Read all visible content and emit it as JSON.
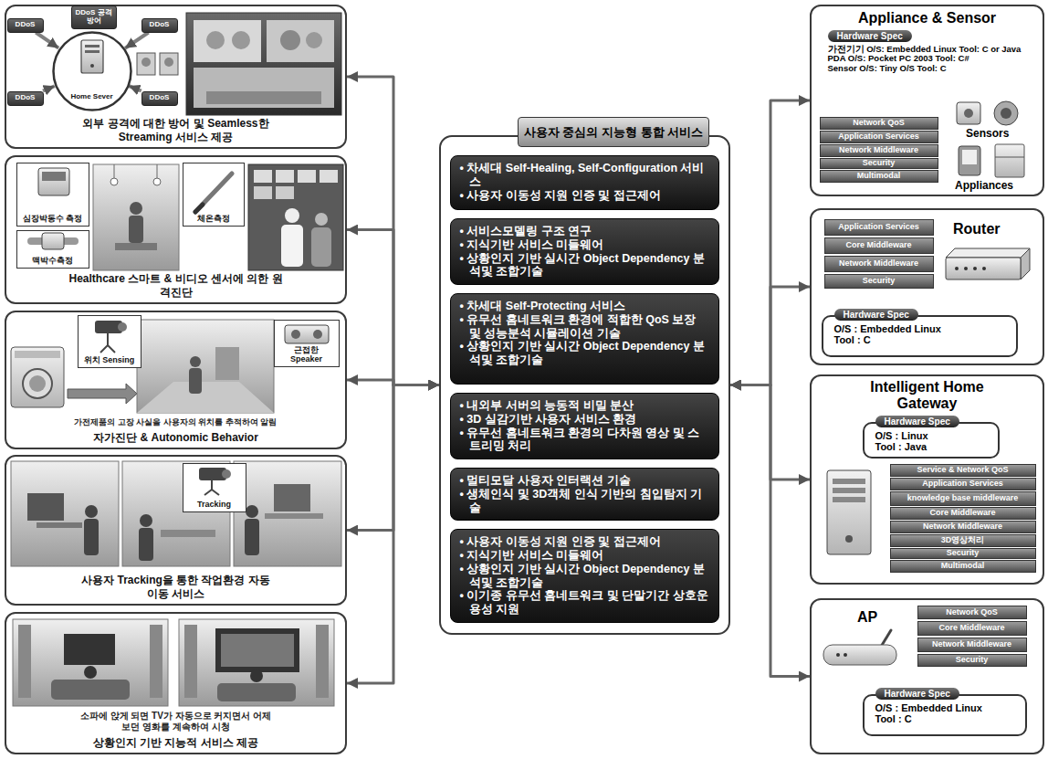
{
  "diagram": {
    "nodes": [
      {
        "text": [
          "외부 공격에 대한 방어 및 Seamless한 Streaming 서비스 제공"
        ]
      },
      {
        "text": [
          "DDoS 공격 방어"
        ],
        "in": 0
      },
      {
        "text": [
          "DDoS"
        ],
        "in": 0
      },
      {
        "text": [
          "DDoS"
        ],
        "in": 0
      },
      {
        "text": [
          "Home Sever"
        ],
        "in": 0
      },
      {
        "text": [
          "DDoS"
        ],
        "in": 0
      },
      {
        "text": [
          "DDoS"
        ],
        "in": 0
      },
      {
        "text": [
          "Healthcare 스마트 & 비디오 센서에 의한 원격진단"
        ]
      },
      {
        "text": [
          "심장박동수 측정"
        ],
        "in": 7
      },
      {
        "text": [
          "체온측정"
        ],
        "in": 7
      },
      {
        "text": [
          "맥박수측정"
        ],
        "in": 7
      },
      {
        "text": [
          "가전제품의 고장 사실을 사용자의 위치를 추적하여 알림",
          "자가진단 & Autonomic Behavior"
        ]
      },
      {
        "text": [
          "위치 Sensing"
        ],
        "in": 11
      },
      {
        "text": [
          "근접한 Speaker"
        ],
        "in": 11
      },
      {
        "text": [
          "사용자 Tracking을 통한 작업환경 자동 이동 서비스"
        ]
      },
      {
        "text": [
          "Tracking"
        ],
        "in": 14
      },
      {
        "text": [
          "소파에 앉게 되면 TV가 자동으로 커지면서 어제 보던 영화를 계속하여 시청",
          "상황인지 기반 지능적 서비스 제공"
        ]
      },
      {
        "text": [
          "사용자 중심의 지능형 통합 서비스"
        ]
      },
      {
        "text": [
          "• 차세대 Self-Healing, Self-Configuration 서비스",
          "• 사용자 이동성 지원 인증 및 접근제어"
        ],
        "in": 17
      },
      {
        "text": [
          "• 서비스모델링 구조 연구",
          "• 지식기반 서비스 미들웨어",
          "• 상황인지 기반 실시간 Object Dependency 분석및 조합기술"
        ],
        "in": 17
      },
      {
        "text": [
          "• 차세대 Self-Protecting 서비스",
          "• 유무선 홈네트워크 환경에 적합한 QoS 보장 및 성능분석 시뮬레이션 기술",
          "• 상황인지 기반 실시간 Object Dependency 분석및 조합기술"
        ],
        "in": 17
      },
      {
        "text": [
          "• 내외부 서버의 능동적 비밀 분산",
          "• 3D 실감기반 사용자 서비스 환경",
          "• 유무선 홈네트워크 환경의 다차원 영상 및 스트리밍 처리"
        ],
        "in": 17
      },
      {
        "text": [
          "• 멀티모달 사용자 인터랙션 기술",
          "• 생체인식 및 3D객체 인식 기반의 침입탐지 기술"
        ],
        "in": 17
      },
      {
        "text": [
          "• 사용자 이동성 지원 인증 및 접근제어",
          "• 지식기반 서비스 미들웨어",
          "• 상황인지 기반 실시간 Object Dependency 분석및 조합기술",
          "• 이기종 유무선 홈네트워크 및 단말기간 상호운용성 지원"
        ],
        "in": 17
      },
      {
        "text": [
          "Appliance & Sensor"
        ]
      },
      {
        "text": [
          "Hardware Spec",
          "가전기기 O/S: Embedded Linux Tool: C or Java",
          "PDA O/S: Pocket PC 2003 Tool: C#",
          "Sensor O/S: Tiny O/S Tool: C"
        ],
        "in": 24
      },
      {
        "text": [
          "Network QoS"
        ],
        "in": 24
      },
      {
        "text": [
          "Application Services"
        ],
        "in": 24
      },
      {
        "text": [
          "Network Middleware"
        ],
        "in": 24
      },
      {
        "text": [
          "Security"
        ],
        "in": 24
      },
      {
        "text": [
          "Multimodal"
        ],
        "in": 24
      },
      {
        "text": [
          "Router"
        ]
      },
      {
        "text": [
          "Application Services"
        ],
        "in": 31
      },
      {
        "text": [
          "Core Middleware"
        ],
        "in": 31
      },
      {
        "text": [
          "Network Middleware"
        ],
        "in": 31
      },
      {
        "text": [
          "Security"
        ],
        "in": 31
      },
      {
        "text": [
          "Hardware Spec",
          "O/S : Embedded Linux",
          "Tool : C"
        ],
        "in": 31
      },
      {
        "text": [
          "Intelligent Home Gateway"
        ]
      },
      {
        "text": [
          "Hardware Spec",
          "O/S : Linux",
          "Tool : Java"
        ],
        "in": 37
      },
      {
        "text": [
          "Service & Network QoS"
        ],
        "in": 37
      },
      {
        "text": [
          "Application Services"
        ],
        "in": 37
      },
      {
        "text": [
          "knowledge base middleware"
        ],
        "in": 37
      },
      {
        "text": [
          "Core Middleware"
        ],
        "in": 37
      },
      {
        "text": [
          "Network Middleware"
        ],
        "in": 37
      },
      {
        "text": [
          "3D영상처리"
        ],
        "in": 37
      },
      {
        "text": [
          "Security"
        ],
        "in": 37
      },
      {
        "text": [
          "Multimodal"
        ],
        "in": 37
      },
      {
        "text": [
          "AP"
        ]
      },
      {
        "text": [
          "Network QoS"
        ],
        "in": 47
      },
      {
        "text": [
          "Core Middleware"
        ],
        "in": 47
      },
      {
        "text": [
          "Network Middleware"
        ],
        "in": 47
      },
      {
        "text": [
          "Security"
        ],
        "in": 47
      },
      {
        "text": [
          "Hardware Spec",
          "O/S : Embedded Linux",
          "Tool : C"
        ],
        "in": 47
      }
    ],
    "edges": [
      {
        "from": 2,
        "to": 4,
        "arrow": "to"
      },
      {
        "from": 3,
        "to": 4,
        "arrow": "to"
      },
      {
        "from": 5,
        "to": 4,
        "arrow": "to"
      },
      {
        "from": 6,
        "to": 4,
        "arrow": "to"
      },
      {
        "from": 0,
        "to": 17,
        "arrow": "both"
      },
      {
        "from": 7,
        "to": 17,
        "arrow": "both"
      },
      {
        "from": 11,
        "to": 17,
        "arrow": "both"
      },
      {
        "from": 14,
        "to": 17,
        "arrow": "both"
      },
      {
        "from": 16,
        "to": 17,
        "arrow": "both"
      },
      {
        "from": 17,
        "to": 24,
        "arrow": "both"
      },
      {
        "from": 17,
        "to": 31,
        "arrow": "both"
      },
      {
        "from": 17,
        "to": 37,
        "arrow": "both"
      },
      {
        "from": 17,
        "to": 47,
        "arrow": "both"
      }
    ],
    "labels": [
      "Sensors",
      "Appliances"
    ]
  }
}
